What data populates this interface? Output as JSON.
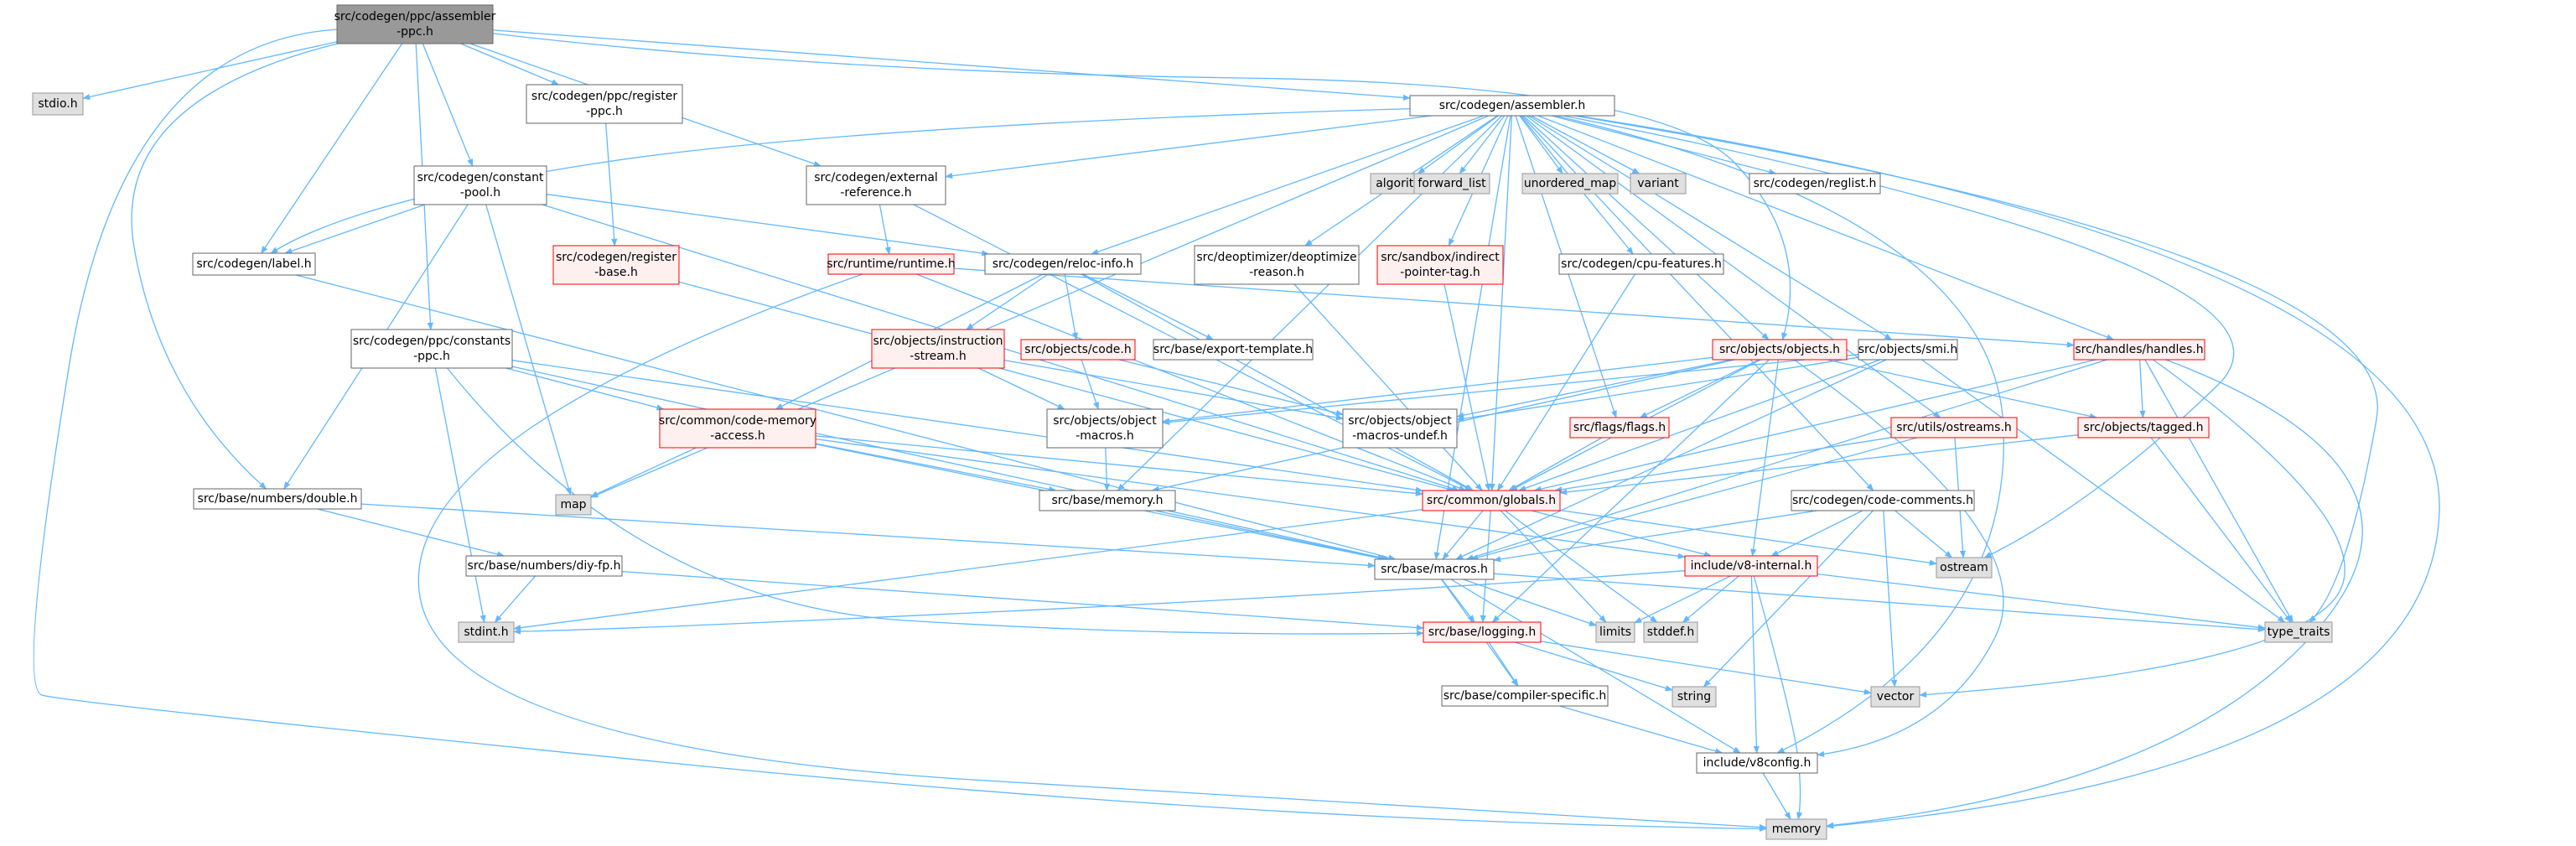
{
  "colors": {
    "edge": "#63b8ff",
    "root_fill": "#999999",
    "root_border": "#666666",
    "system_fill": "#e0e0e0",
    "system_border": "#999999",
    "normal_fill": "#ffffff",
    "normal_border": "#666666",
    "incomplete_fill": "#fff0f0",
    "incomplete_border": "#ff0000"
  },
  "nodes": [
    {
      "id": "root",
      "lines": [
        "src/codegen/ppc/assembler",
        "-ppc.h"
      ],
      "kind": "root"
    },
    {
      "id": "stdio",
      "lines": [
        "stdio.h"
      ],
      "kind": "system"
    },
    {
      "id": "reg_ppc",
      "lines": [
        "src/codegen/ppc/register",
        "-ppc.h"
      ],
      "kind": "normal"
    },
    {
      "id": "assembler",
      "lines": [
        "src/codegen/assembler.h"
      ],
      "kind": "normal"
    },
    {
      "id": "const_pool",
      "lines": [
        "src/codegen/constant",
        "-pool.h"
      ],
      "kind": "normal"
    },
    {
      "id": "ext_ref",
      "lines": [
        "src/codegen/external",
        "-reference.h"
      ],
      "kind": "normal"
    },
    {
      "id": "algorithm",
      "lines": [
        "algorithm"
      ],
      "kind": "system"
    },
    {
      "id": "fwd_list",
      "lines": [
        "forward_list"
      ],
      "kind": "system"
    },
    {
      "id": "unordered_map",
      "lines": [
        "unordered_map"
      ],
      "kind": "system"
    },
    {
      "id": "variant",
      "lines": [
        "variant"
      ],
      "kind": "system"
    },
    {
      "id": "reglist",
      "lines": [
        "src/codegen/reglist.h"
      ],
      "kind": "normal"
    },
    {
      "id": "label",
      "lines": [
        "src/codegen/label.h"
      ],
      "kind": "normal"
    },
    {
      "id": "reg_base",
      "lines": [
        "src/codegen/register",
        "-base.h"
      ],
      "kind": "incomplete"
    },
    {
      "id": "runtime",
      "lines": [
        "src/runtime/runtime.h"
      ],
      "kind": "incomplete"
    },
    {
      "id": "reloc",
      "lines": [
        "src/codegen/reloc-info.h"
      ],
      "kind": "normal"
    },
    {
      "id": "deopt",
      "lines": [
        "src/deoptimizer/deoptimize",
        "-reason.h"
      ],
      "kind": "normal"
    },
    {
      "id": "sandbox",
      "lines": [
        "src/sandbox/indirect",
        "-pointer-tag.h"
      ],
      "kind": "incomplete"
    },
    {
      "id": "cpu_feat",
      "lines": [
        "src/codegen/cpu-features.h"
      ],
      "kind": "normal"
    },
    {
      "id": "constants_ppc",
      "lines": [
        "src/codegen/ppc/constants",
        "-ppc.h"
      ],
      "kind": "normal"
    },
    {
      "id": "obj_instr",
      "lines": [
        "src/objects/instruction",
        "-stream.h"
      ],
      "kind": "incomplete"
    },
    {
      "id": "obj_code",
      "lines": [
        "src/objects/code.h"
      ],
      "kind": "incomplete"
    },
    {
      "id": "export_tpl",
      "lines": [
        "src/base/export-template.h"
      ],
      "kind": "normal"
    },
    {
      "id": "objects",
      "lines": [
        "src/objects/objects.h"
      ],
      "kind": "incomplete"
    },
    {
      "id": "smi",
      "lines": [
        "src/objects/smi.h"
      ],
      "kind": "normal"
    },
    {
      "id": "handles",
      "lines": [
        "src/handles/handles.h"
      ],
      "kind": "incomplete"
    },
    {
      "id": "code_mem",
      "lines": [
        "src/common/code-memory",
        "-access.h"
      ],
      "kind": "incomplete"
    },
    {
      "id": "obj_macros",
      "lines": [
        "src/objects/object",
        "-macros.h"
      ],
      "kind": "normal"
    },
    {
      "id": "obj_macros_undef",
      "lines": [
        "src/objects/object",
        "-macros-undef.h"
      ],
      "kind": "normal"
    },
    {
      "id": "flags",
      "lines": [
        "src/flags/flags.h"
      ],
      "kind": "incomplete"
    },
    {
      "id": "ostreams",
      "lines": [
        "src/utils/ostreams.h"
      ],
      "kind": "incomplete"
    },
    {
      "id": "tagged",
      "lines": [
        "src/objects/tagged.h"
      ],
      "kind": "incomplete"
    },
    {
      "id": "map",
      "lines": [
        "map"
      ],
      "kind": "system"
    },
    {
      "id": "double",
      "lines": [
        "src/base/numbers/double.h"
      ],
      "kind": "normal"
    },
    {
      "id": "memory_h",
      "lines": [
        "src/base/memory.h"
      ],
      "kind": "normal"
    },
    {
      "id": "globals",
      "lines": [
        "src/common/globals.h"
      ],
      "kind": "incomplete"
    },
    {
      "id": "code_comments",
      "lines": [
        "src/codegen/code-comments.h"
      ],
      "kind": "normal"
    },
    {
      "id": "diy_fp",
      "lines": [
        "src/base/numbers/diy-fp.h"
      ],
      "kind": "normal"
    },
    {
      "id": "macros",
      "lines": [
        "src/base/macros.h"
      ],
      "kind": "normal"
    },
    {
      "id": "v8_internal",
      "lines": [
        "include/v8-internal.h"
      ],
      "kind": "incomplete"
    },
    {
      "id": "ostream",
      "lines": [
        "ostream"
      ],
      "kind": "system"
    },
    {
      "id": "stdint",
      "lines": [
        "stdint.h"
      ],
      "kind": "system"
    },
    {
      "id": "logging",
      "lines": [
        "src/base/logging.h"
      ],
      "kind": "incomplete"
    },
    {
      "id": "limits",
      "lines": [
        "limits"
      ],
      "kind": "system"
    },
    {
      "id": "stddef",
      "lines": [
        "stddef.h"
      ],
      "kind": "system"
    },
    {
      "id": "type_traits",
      "lines": [
        "type_traits"
      ],
      "kind": "system"
    },
    {
      "id": "string",
      "lines": [
        "string"
      ],
      "kind": "system"
    },
    {
      "id": "vector",
      "lines": [
        "vector"
      ],
      "kind": "system"
    },
    {
      "id": "compiler_spec",
      "lines": [
        "src/base/compiler-specific.h"
      ],
      "kind": "normal"
    },
    {
      "id": "v8config",
      "lines": [
        "include/v8config.h"
      ],
      "kind": "normal"
    },
    {
      "id": "memory",
      "lines": [
        "memory"
      ],
      "kind": "system"
    }
  ],
  "edges": [
    [
      "root",
      "stdio"
    ],
    [
      "root",
      "reg_ppc"
    ],
    [
      "root",
      "assembler"
    ],
    [
      "root",
      "const_pool"
    ],
    [
      "root",
      "ext_ref"
    ],
    [
      "root",
      "label"
    ],
    [
      "root",
      "constants_ppc"
    ],
    [
      "root",
      "double"
    ],
    [
      "root",
      "memory"
    ],
    [
      "root",
      "objects"
    ],
    [
      "reg_ppc",
      "reg_base"
    ],
    [
      "assembler",
      "algorithm"
    ],
    [
      "assembler",
      "fwd_list"
    ],
    [
      "assembler",
      "unordered_map"
    ],
    [
      "assembler",
      "variant"
    ],
    [
      "assembler",
      "reglist"
    ],
    [
      "assembler",
      "ext_ref"
    ],
    [
      "assembler",
      "label"
    ],
    [
      "assembler",
      "reloc"
    ],
    [
      "assembler",
      "deopt"
    ],
    [
      "assembler",
      "sandbox"
    ],
    [
      "assembler",
      "cpu_feat"
    ],
    [
      "assembler",
      "objects"
    ],
    [
      "assembler",
      "smi"
    ],
    [
      "assembler",
      "handles"
    ],
    [
      "assembler",
      "flags"
    ],
    [
      "assembler",
      "ostreams"
    ],
    [
      "assembler",
      "code_comments"
    ],
    [
      "assembler",
      "globals"
    ],
    [
      "assembler",
      "macros"
    ],
    [
      "assembler",
      "memory_h"
    ],
    [
      "assembler",
      "map"
    ],
    [
      "assembler",
      "ostream"
    ],
    [
      "assembler",
      "type_traits"
    ],
    [
      "assembler",
      "memory"
    ],
    [
      "assembler",
      "v8config"
    ],
    [
      "const_pool",
      "label"
    ],
    [
      "const_pool",
      "reloc"
    ],
    [
      "const_pool",
      "double"
    ],
    [
      "const_pool",
      "map"
    ],
    [
      "const_pool",
      "globals"
    ],
    [
      "ext_ref",
      "runtime"
    ],
    [
      "ext_ref",
      "globals"
    ],
    [
      "label",
      "macros"
    ],
    [
      "reg_base",
      "globals"
    ],
    [
      "runtime",
      "handles"
    ],
    [
      "runtime",
      "memory"
    ],
    [
      "runtime",
      "globals"
    ],
    [
      "reloc",
      "obj_instr"
    ],
    [
      "reloc",
      "obj_code"
    ],
    [
      "reloc",
      "export_tpl"
    ],
    [
      "reloc",
      "code_mem"
    ],
    [
      "reloc",
      "globals"
    ],
    [
      "deopt",
      "globals"
    ],
    [
      "sandbox",
      "globals"
    ],
    [
      "cpu_feat",
      "globals"
    ],
    [
      "constants_ppc",
      "code_mem"
    ],
    [
      "constants_ppc",
      "globals"
    ],
    [
      "constants_ppc",
      "stdint"
    ],
    [
      "constants_ppc",
      "macros"
    ],
    [
      "constants_ppc",
      "logging"
    ],
    [
      "obj_instr",
      "obj_macros"
    ],
    [
      "obj_instr",
      "obj_macros_undef"
    ],
    [
      "obj_code",
      "obj_macros"
    ],
    [
      "obj_code",
      "obj_macros_undef"
    ],
    [
      "objects",
      "obj_macros"
    ],
    [
      "objects",
      "obj_macros_undef"
    ],
    [
      "objects",
      "flags"
    ],
    [
      "objects",
      "tagged"
    ],
    [
      "objects",
      "globals"
    ],
    [
      "objects",
      "v8_internal"
    ],
    [
      "objects",
      "logging"
    ],
    [
      "objects",
      "memory_h"
    ],
    [
      "objects",
      "v8config"
    ],
    [
      "smi",
      "globals"
    ],
    [
      "smi",
      "obj_macros"
    ],
    [
      "smi",
      "obj_macros_undef"
    ],
    [
      "smi",
      "type_traits"
    ],
    [
      "smi",
      "macros"
    ],
    [
      "handles",
      "tagged"
    ],
    [
      "handles",
      "globals"
    ],
    [
      "handles",
      "type_traits"
    ],
    [
      "handles",
      "vector"
    ],
    [
      "handles",
      "macros"
    ],
    [
      "handles",
      "memory"
    ],
    [
      "code_mem",
      "map"
    ],
    [
      "code_mem",
      "memory_h"
    ],
    [
      "code_mem",
      "globals"
    ],
    [
      "code_mem",
      "macros"
    ],
    [
      "code_mem",
      "v8_internal"
    ],
    [
      "obj_macros",
      "memory_h"
    ],
    [
      "flags",
      "globals"
    ],
    [
      "ostreams",
      "globals"
    ],
    [
      "ostreams",
      "ostream"
    ],
    [
      "ostreams",
      "macros"
    ],
    [
      "tagged",
      "type_traits"
    ],
    [
      "tagged",
      "globals"
    ],
    [
      "double",
      "diy_fp"
    ],
    [
      "double",
      "macros"
    ],
    [
      "memory_h",
      "macros"
    ],
    [
      "globals",
      "macros"
    ],
    [
      "globals",
      "v8_internal"
    ],
    [
      "globals",
      "logging"
    ],
    [
      "globals",
      "limits"
    ],
    [
      "globals",
      "stddef"
    ],
    [
      "globals",
      "ostream"
    ],
    [
      "globals",
      "stdint"
    ],
    [
      "code_comments",
      "ostream"
    ],
    [
      "code_comments",
      "string"
    ],
    [
      "code_comments",
      "vector"
    ],
    [
      "code_comments",
      "v8_internal"
    ],
    [
      "code_comments",
      "macros"
    ],
    [
      "diy_fp",
      "stdint"
    ],
    [
      "diy_fp",
      "logging"
    ],
    [
      "macros",
      "logging"
    ],
    [
      "macros",
      "limits"
    ],
    [
      "macros",
      "type_traits"
    ],
    [
      "macros",
      "compiler_spec"
    ],
    [
      "macros",
      "v8config"
    ],
    [
      "v8_internal",
      "stdint"
    ],
    [
      "v8_internal",
      "stddef"
    ],
    [
      "v8_internal",
      "limits"
    ],
    [
      "v8_internal",
      "type_traits"
    ],
    [
      "v8_internal",
      "v8config"
    ],
    [
      "v8_internal",
      "memory"
    ],
    [
      "logging",
      "compiler_spec"
    ],
    [
      "logging",
      "string"
    ],
    [
      "logging",
      "vector"
    ],
    [
      "compiler_spec",
      "v8config"
    ],
    [
      "v8config",
      "memory"
    ]
  ]
}
